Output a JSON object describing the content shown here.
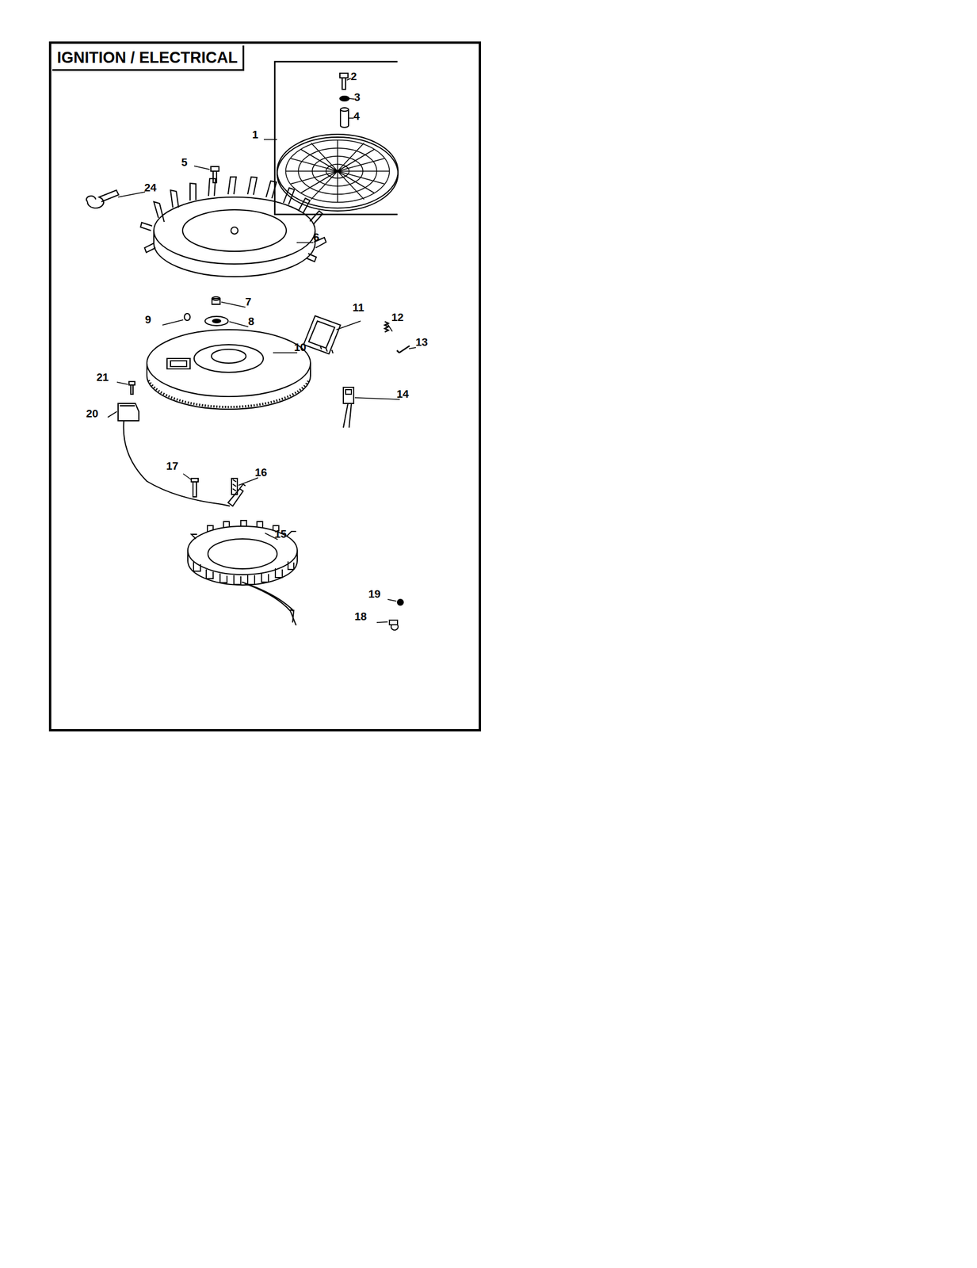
{
  "diagram": {
    "title": "IGNITION / ELECTRICAL",
    "labels": [
      "2",
      "3",
      "4",
      "1",
      "5",
      "24",
      "6",
      "7",
      "8",
      "9",
      "10",
      "11",
      "12",
      "13",
      "14",
      "21",
      "20",
      "17",
      "16",
      "15",
      "19",
      "18"
    ]
  }
}
